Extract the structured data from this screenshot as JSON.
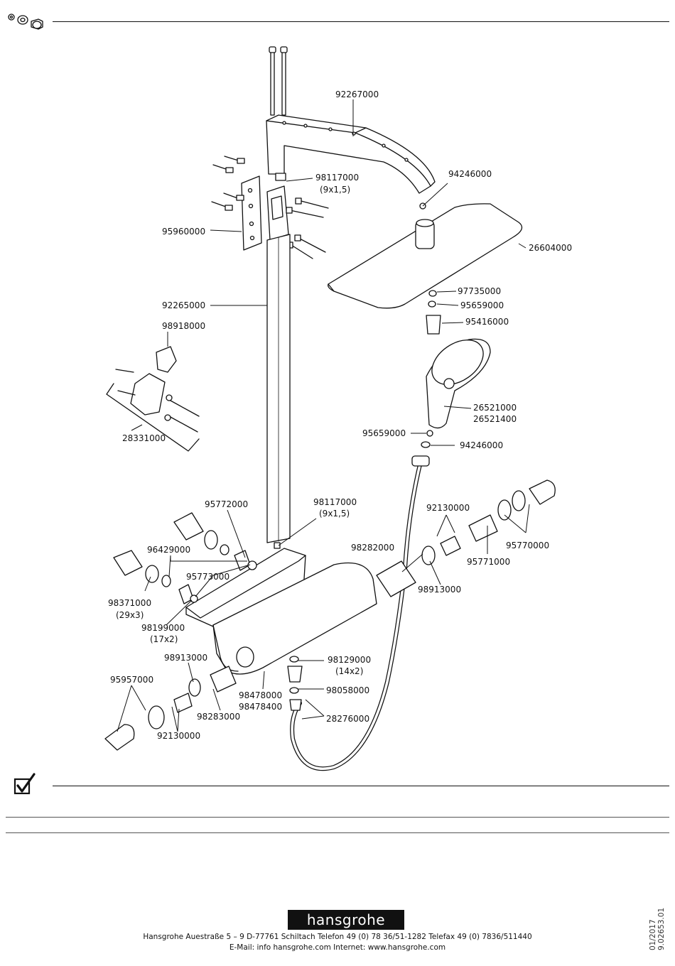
{
  "parts": {
    "p92267000": "92267000",
    "p98117000_top": "98117000",
    "p98117000_top_size": "(9x1,5)",
    "p94246000_top": "94246000",
    "p95960000": "95960000",
    "p26604000": "26604000",
    "p92265000": "92265000",
    "p97735000": "97735000",
    "p95659000_top": "95659000",
    "p95416000": "95416000",
    "p98918000": "98918000",
    "p26521000": "26521000",
    "p26521400": "26521400",
    "p95659000_mid": "95659000",
    "p94246000_mid": "94246000",
    "p28331000": "28331000",
    "p95772000": "95772000",
    "p98117000_bot": "98117000",
    "p98117000_bot_size": "(9x1,5)",
    "p92130000_right": "92130000",
    "p96429000": "96429000",
    "p98282000": "98282000",
    "p95770000": "95770000",
    "p95773000": "95773000",
    "p95771000": "95771000",
    "p98913000_right": "98913000",
    "p98371000": "98371000",
    "p98371000_size": "(29x3)",
    "p98199000": "98199000",
    "p98199000_size": "(17x2)",
    "p98913000_left": "98913000",
    "p98129000": "98129000",
    "p98129000_size": "(14x2)",
    "p95957000": "95957000",
    "p98478000": "98478000",
    "p98478400": "98478400",
    "p98058000": "98058000",
    "p98283000": "98283000",
    "p28276000": "28276000",
    "p92130000_left": "92130000"
  },
  "footer": {
    "brand": "hansgrohe",
    "address": "Hansgrohe   Auestraße 5 – 9   D-77761 Schiltach   Telefon   49 (0)  78 36/51-1282   Telefax   49 (0)  7836/511440",
    "contact": "E-Mail: info   hansgrohe.com   Internet: www.hansgrohe.com",
    "date": "01/2017",
    "doc_code": "9.02653.01"
  },
  "colors": {
    "ink": "#111111",
    "fill": "#ffffff"
  },
  "icons": [
    "spare-parts-icon",
    "checkmark-icon"
  ]
}
